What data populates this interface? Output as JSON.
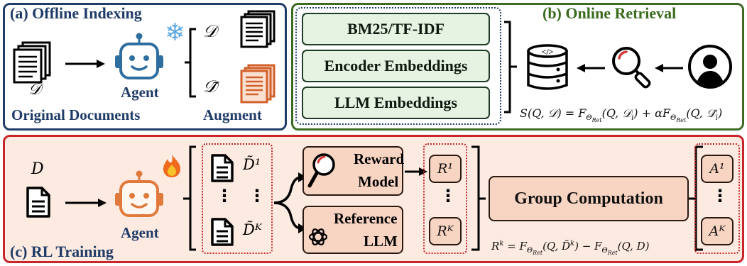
{
  "panel_a": {
    "title": "(a) Offline Indexing",
    "d_label": "𝒟",
    "d_tilde_label": "𝒟̃",
    "agent_label": "Agent",
    "original_docs_label": "Original Documents",
    "augment_label": "Augment",
    "snowflake": "❄"
  },
  "panel_b": {
    "title": "(b) Online Retrieval",
    "methods": [
      "BM25/TF-IDF",
      "Encoder Embeddings",
      "LLM Embeddings"
    ],
    "formula": "S(Q, 𝒟) = F_Θ_Ret(Q, 𝒟_i) + αF_Θ_Ret(Q, 𝒟̃_i)"
  },
  "panel_c": {
    "title": "(c) RL Training",
    "d_label": "D",
    "agent_label": "Agent",
    "fire": "🔥",
    "doc_labels": [
      "D̃¹",
      "D̃ᴷ"
    ],
    "reward_model_label": [
      "Reward",
      "Model"
    ],
    "reference_llm_label": [
      "Reference",
      "LLM"
    ],
    "rewards": [
      "R¹",
      "Rᴷ"
    ],
    "group_computation": "Group Computation",
    "advantages": [
      "A¹",
      "Aᴷ"
    ],
    "dots": "⋮",
    "formula": "Rᵏ = F_Θ_Ret(Q, D̃ᵏ) − F_Θ_Ret(Q, D)"
  },
  "colors": {
    "panel_a_border": "#1f3b67",
    "panel_b_border": "#3d6b24",
    "panel_c_border": "#c8262a",
    "panel_c_fill": "#fdebe2",
    "title_a": "#1f3b67",
    "title_b": "#3a6b1f",
    "title_c": "#1f3b67",
    "agent_orange": "#e07a3c",
    "agent_blue": "#2e6fa0"
  }
}
